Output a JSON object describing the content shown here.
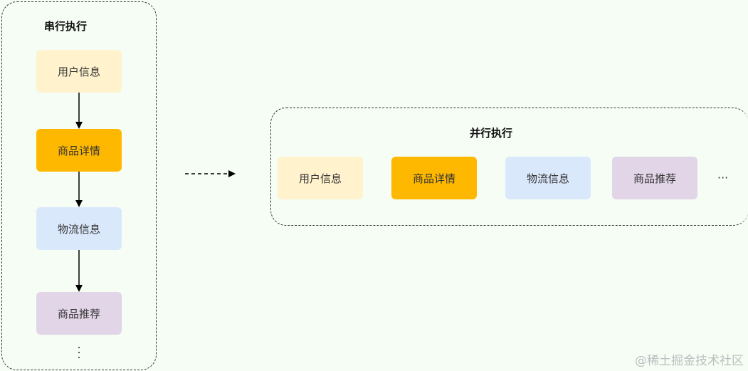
{
  "serial": {
    "title": "串行执行",
    "steps": [
      "用户信息",
      "商品详情",
      "物流信息",
      "商品推荐"
    ],
    "more": "⋮"
  },
  "parallel": {
    "title": "并行执行",
    "tasks": [
      "用户信息",
      "商品详情",
      "物流信息",
      "商品推荐"
    ],
    "more": "···"
  },
  "colors": {
    "user_info": "#fff2cc",
    "product_detail": "#ffb800",
    "logistics": "#dae8fc",
    "recommend": "#e1d5e7",
    "background": "#f5fdf5"
  },
  "watermark": "@稀土掘金技术社区"
}
